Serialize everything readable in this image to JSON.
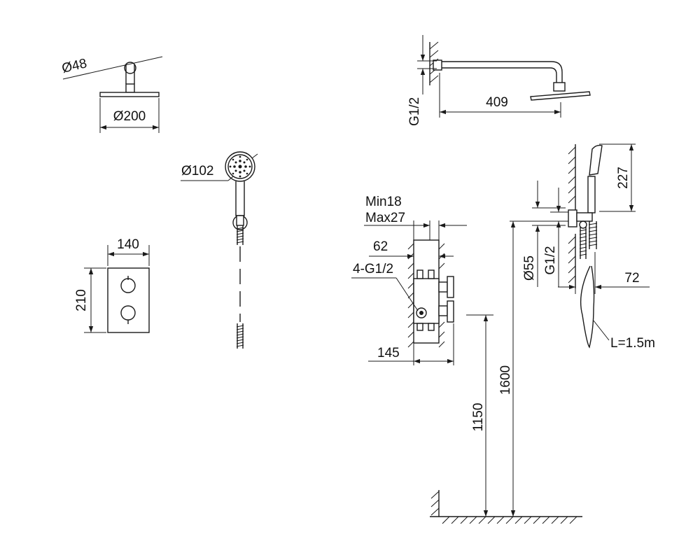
{
  "labels": {
    "rain_arm_dia": "Ø48",
    "rain_head_dia": "Ø200",
    "rain_inlet_thread": "G1/2",
    "rain_arm_length": "409",
    "hand_shower_dia": "Ø102",
    "plate_width": "140",
    "plate_height": "210",
    "wall_min": "Min18",
    "wall_max": "Max27",
    "body_depth": "62",
    "body_outlets": "4-G1/2",
    "body_width": "145",
    "valve_height": "1150",
    "outlet_height": "1600",
    "elbow_dia": "Ø55",
    "elbow_thread": "G1/2",
    "holder_height": "227",
    "holder_offset": "72",
    "hose_length": "L=1.5m"
  }
}
